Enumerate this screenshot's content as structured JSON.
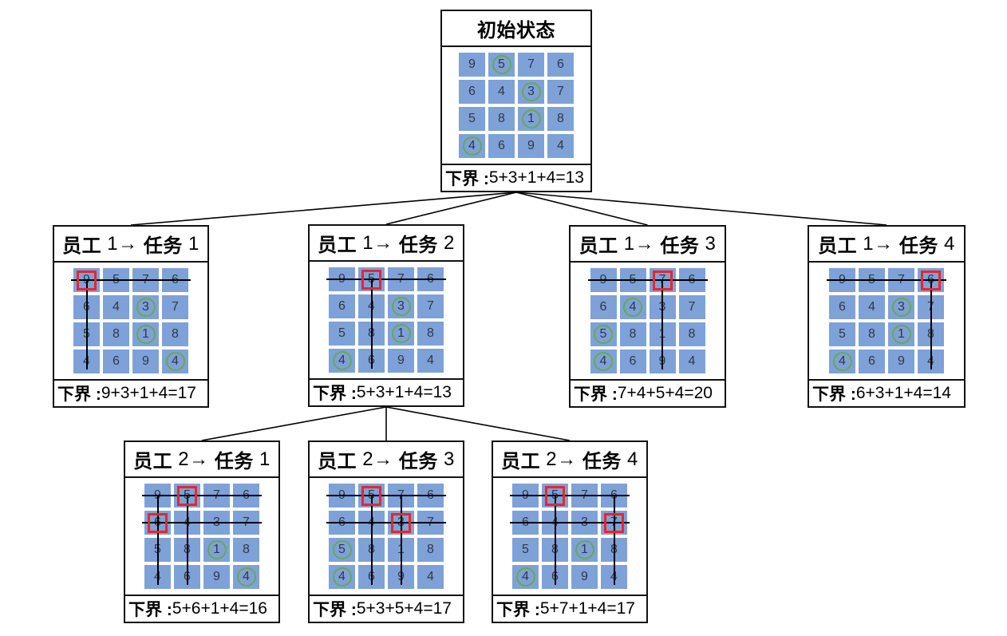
{
  "diagram": {
    "kind": "branch-and-bound assignment tree",
    "colors": {
      "cell_blue": "#7EA1D8",
      "circle_green": "#6aa84f",
      "square_red": "#e8262c",
      "strike_line": "#000000",
      "box_border": "#111111"
    },
    "matrix": [
      [
        9,
        5,
        7,
        6
      ],
      [
        6,
        4,
        3,
        7
      ],
      [
        5,
        8,
        1,
        8
      ],
      [
        4,
        6,
        9,
        4
      ]
    ],
    "bound_label": "下界 :",
    "nodes": [
      {
        "id": "root",
        "title_parts": [
          {
            "text": "初始状态",
            "bold": true
          }
        ],
        "bound_value": "5+3+1+4=13",
        "circles": [
          [
            0,
            1
          ],
          [
            1,
            2
          ],
          [
            2,
            2
          ],
          [
            3,
            0
          ]
        ],
        "squares": [],
        "struck_rows": [],
        "struck_cols": []
      },
      {
        "id": "n1",
        "title_parts": [
          {
            "text": "员工",
            "bold": true
          },
          {
            "text": " 1→ ",
            "bold": false
          },
          {
            "text": "任务",
            "bold": true
          },
          {
            "text": " 1",
            "bold": false
          }
        ],
        "bound_value": "9+3+1+4=17",
        "circles": [
          [
            1,
            2
          ],
          [
            2,
            2
          ],
          [
            3,
            3
          ]
        ],
        "squares": [
          [
            0,
            0
          ]
        ],
        "struck_rows": [
          0
        ],
        "struck_cols": [
          0
        ]
      },
      {
        "id": "n2",
        "title_parts": [
          {
            "text": "员工",
            "bold": true
          },
          {
            "text": " 1→ ",
            "bold": false
          },
          {
            "text": "任务",
            "bold": true
          },
          {
            "text": " 2",
            "bold": false
          }
        ],
        "bound_value": "5+3+1+4=13",
        "circles": [
          [
            1,
            2
          ],
          [
            2,
            2
          ],
          [
            3,
            0
          ]
        ],
        "squares": [
          [
            0,
            1
          ]
        ],
        "struck_rows": [
          0
        ],
        "struck_cols": [
          1
        ]
      },
      {
        "id": "n3",
        "title_parts": [
          {
            "text": "员工",
            "bold": true
          },
          {
            "text": " 1→ ",
            "bold": false
          },
          {
            "text": "任务",
            "bold": true
          },
          {
            "text": " 3",
            "bold": false
          }
        ],
        "bound_value": "7+4+5+4=20",
        "circles": [
          [
            1,
            1
          ],
          [
            2,
            0
          ],
          [
            3,
            0
          ]
        ],
        "squares": [
          [
            0,
            2
          ]
        ],
        "struck_rows": [
          0
        ],
        "struck_cols": [
          2
        ]
      },
      {
        "id": "n4",
        "title_parts": [
          {
            "text": "员工",
            "bold": true
          },
          {
            "text": " 1→ ",
            "bold": false
          },
          {
            "text": "任务",
            "bold": true
          },
          {
            "text": " 4",
            "bold": false
          }
        ],
        "bound_value": "6+3+1+4=14",
        "circles": [
          [
            1,
            2
          ],
          [
            2,
            2
          ],
          [
            3,
            0
          ]
        ],
        "squares": [
          [
            0,
            3
          ]
        ],
        "struck_rows": [
          0
        ],
        "struck_cols": [
          3
        ]
      },
      {
        "id": "n5",
        "title_parts": [
          {
            "text": "员工",
            "bold": true
          },
          {
            "text": " 2→ ",
            "bold": false
          },
          {
            "text": "任务",
            "bold": true
          },
          {
            "text": " 1",
            "bold": false
          }
        ],
        "bound_value": "5+6+1+4=16",
        "circles": [
          [
            2,
            2
          ],
          [
            3,
            3
          ]
        ],
        "squares": [
          [
            0,
            1
          ],
          [
            1,
            0
          ]
        ],
        "struck_rows": [
          0,
          1
        ],
        "struck_cols": [
          0,
          1
        ]
      },
      {
        "id": "n6",
        "title_parts": [
          {
            "text": "员工",
            "bold": true
          },
          {
            "text": " 2→ ",
            "bold": false
          },
          {
            "text": "任务",
            "bold": true
          },
          {
            "text": " 3",
            "bold": false
          }
        ],
        "bound_value": "5+3+5+4=17",
        "circles": [
          [
            2,
            0
          ],
          [
            3,
            0
          ]
        ],
        "squares": [
          [
            0,
            1
          ],
          [
            1,
            2
          ]
        ],
        "struck_rows": [
          0,
          1
        ],
        "struck_cols": [
          1,
          2
        ]
      },
      {
        "id": "n7",
        "title_parts": [
          {
            "text": "员工",
            "bold": true
          },
          {
            "text": " 2→ ",
            "bold": false
          },
          {
            "text": "任务",
            "bold": true
          },
          {
            "text": " 4",
            "bold": false
          }
        ],
        "bound_value": "5+7+1+4=17",
        "circles": [
          [
            2,
            2
          ],
          [
            3,
            0
          ]
        ],
        "squares": [
          [
            0,
            1
          ],
          [
            1,
            3
          ]
        ],
        "struck_rows": [
          0,
          1
        ],
        "struck_cols": [
          1,
          3
        ]
      }
    ],
    "edges": [
      [
        "root",
        "n1"
      ],
      [
        "root",
        "n2"
      ],
      [
        "root",
        "n3"
      ],
      [
        "root",
        "n4"
      ],
      [
        "n2",
        "n5"
      ],
      [
        "n2",
        "n6"
      ],
      [
        "n2",
        "n7"
      ]
    ]
  }
}
